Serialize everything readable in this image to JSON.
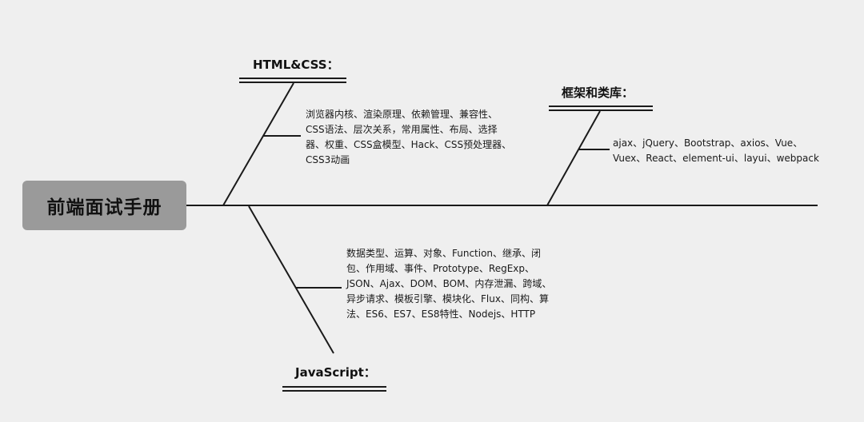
{
  "main_title": "前端面试手册",
  "branches": {
    "html_css": {
      "title": "HTML&CSS：",
      "lines": [
        "浏览器内核、渲染原理、依赖管理、兼容性、",
        "CSS语法、层次关系，常用属性、布局、选择",
        "器、权重、CSS盒模型、Hack、CSS预处理器、",
        "CSS3动画"
      ]
    },
    "framework": {
      "title": "框架和类库：",
      "lines": [
        "ajax、jQuery、Bootstrap、axios、Vue、",
        "Vuex、React、element-ui、layui、webpack"
      ]
    },
    "javascript": {
      "title": "JavaScript：",
      "lines": [
        "数据类型、运算、对象、Function、继承、闭",
        "包、作用域、事件、Prototype、RegExp、",
        "JSON、Ajax、DOM、BOM、内存泄漏、跨域、",
        "异步请求、模板引擎、模块化、Flux、同构、算",
        "法、ES6、ES7、ES8特性、Nodejs、HTTP"
      ]
    }
  }
}
